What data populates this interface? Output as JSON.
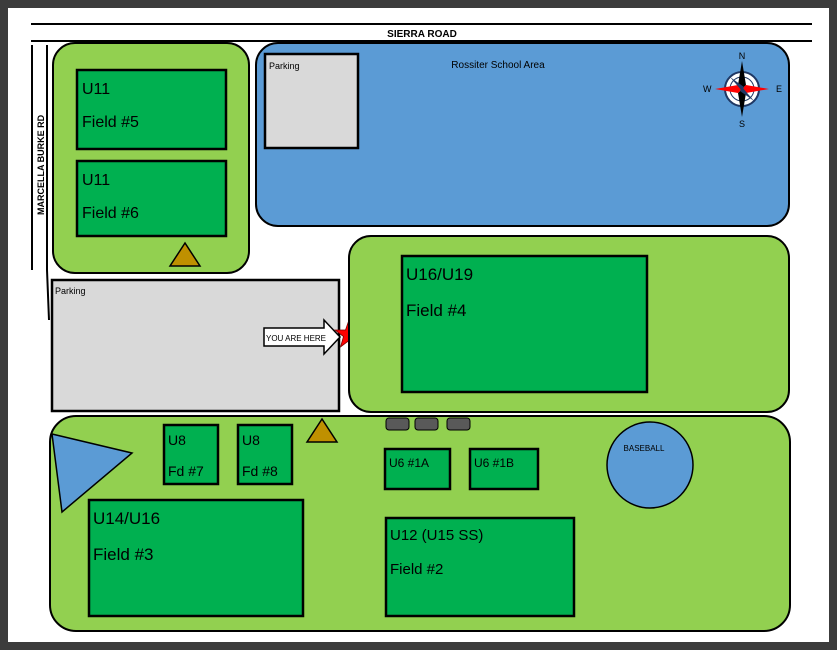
{
  "roads": {
    "top": "SIERRA ROAD",
    "left": "MARCELLA BURKE RD"
  },
  "school": {
    "label": "Rossiter School Area"
  },
  "parking": {
    "upper": "Parking",
    "lower": "Parking"
  },
  "marker": {
    "you_are_here": "YOU ARE HERE"
  },
  "compass": {
    "n": "N",
    "s": "S",
    "e": "E",
    "w": "W"
  },
  "fields": {
    "f5": {
      "age": "U11",
      "name": "Field #5"
    },
    "f6": {
      "age": "U11",
      "name": "Field #6"
    },
    "f4": {
      "age": "U16/U19",
      "name": "Field #4"
    },
    "f7": {
      "age": "U8",
      "name": "Fd #7"
    },
    "f8": {
      "age": "U8",
      "name": "Fd #8"
    },
    "u6a": {
      "name": "U6 #1A"
    },
    "u6b": {
      "name": "U6 #1B"
    },
    "f3": {
      "age": "U14/U16",
      "name": "Field #3"
    },
    "f2": {
      "age": "U12 (U15 SS)",
      "name": "Field #2"
    }
  },
  "baseball": {
    "label": "BASEBALL"
  },
  "colors": {
    "grass": "#92d050",
    "field": "#00b050",
    "school": "#5b9bd5",
    "parking": "#d9d9d9",
    "marker_triangle": "#bf9000",
    "star": "#ff0000",
    "bench": "#595959"
  }
}
